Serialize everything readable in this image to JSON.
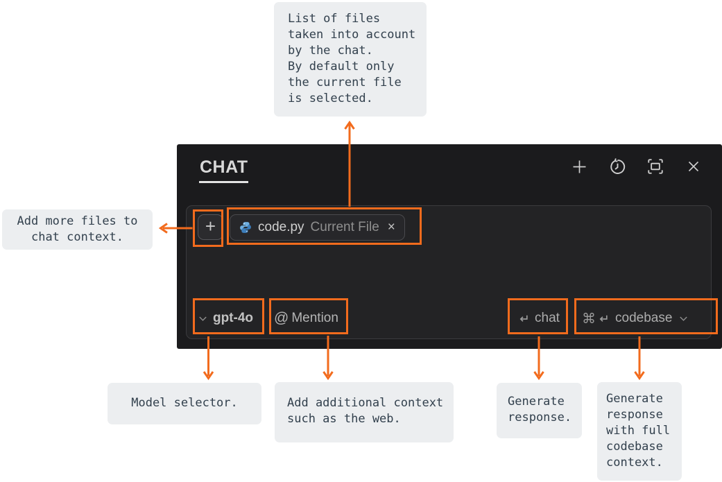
{
  "panel": {
    "title": "CHAT",
    "header_icons": {
      "new_chat": "plus-icon",
      "history": "history-icon",
      "expand": "expand-icon",
      "close": "close-icon"
    },
    "input": {
      "add_file_glyph": "+",
      "file_chip": {
        "filename": "code.py",
        "tag": "Current File",
        "remove_glyph": "×"
      },
      "model_selector": {
        "label": "gpt-4o"
      },
      "mention": {
        "symbol": "@",
        "label": "Mention"
      },
      "chat_action": {
        "label": "chat"
      },
      "codebase_action": {
        "modifier_glyph": "⌘",
        "label": "codebase"
      }
    }
  },
  "annotations": {
    "files_note": "List of files\ntaken into account\nby the chat.\nBy default only\nthe current file\nis selected.",
    "add_files_note": "Add more files to\nchat context.",
    "model_note": "Model selector.",
    "mention_note": "Add additional context\nsuch as the web.",
    "chat_note": "Generate\nresponse.",
    "codebase_note": "Generate\nresponse\nwith full\ncodebase\ncontext."
  },
  "icons": {
    "plus-icon": "+",
    "history-icon": "⟲",
    "expand-icon": "⛶",
    "close-icon": "×",
    "python-icon": "python-logo",
    "chevron-down-icon": "∨",
    "return-icon": "↵",
    "command-icon": "⌘",
    "at-icon": "@"
  },
  "colors": {
    "accent_orange": "#F26B1D",
    "panel_bg": "#1B1B1D",
    "input_bg": "#232325",
    "note_bg": "#ECEEF0",
    "note_text": "#32404D"
  }
}
